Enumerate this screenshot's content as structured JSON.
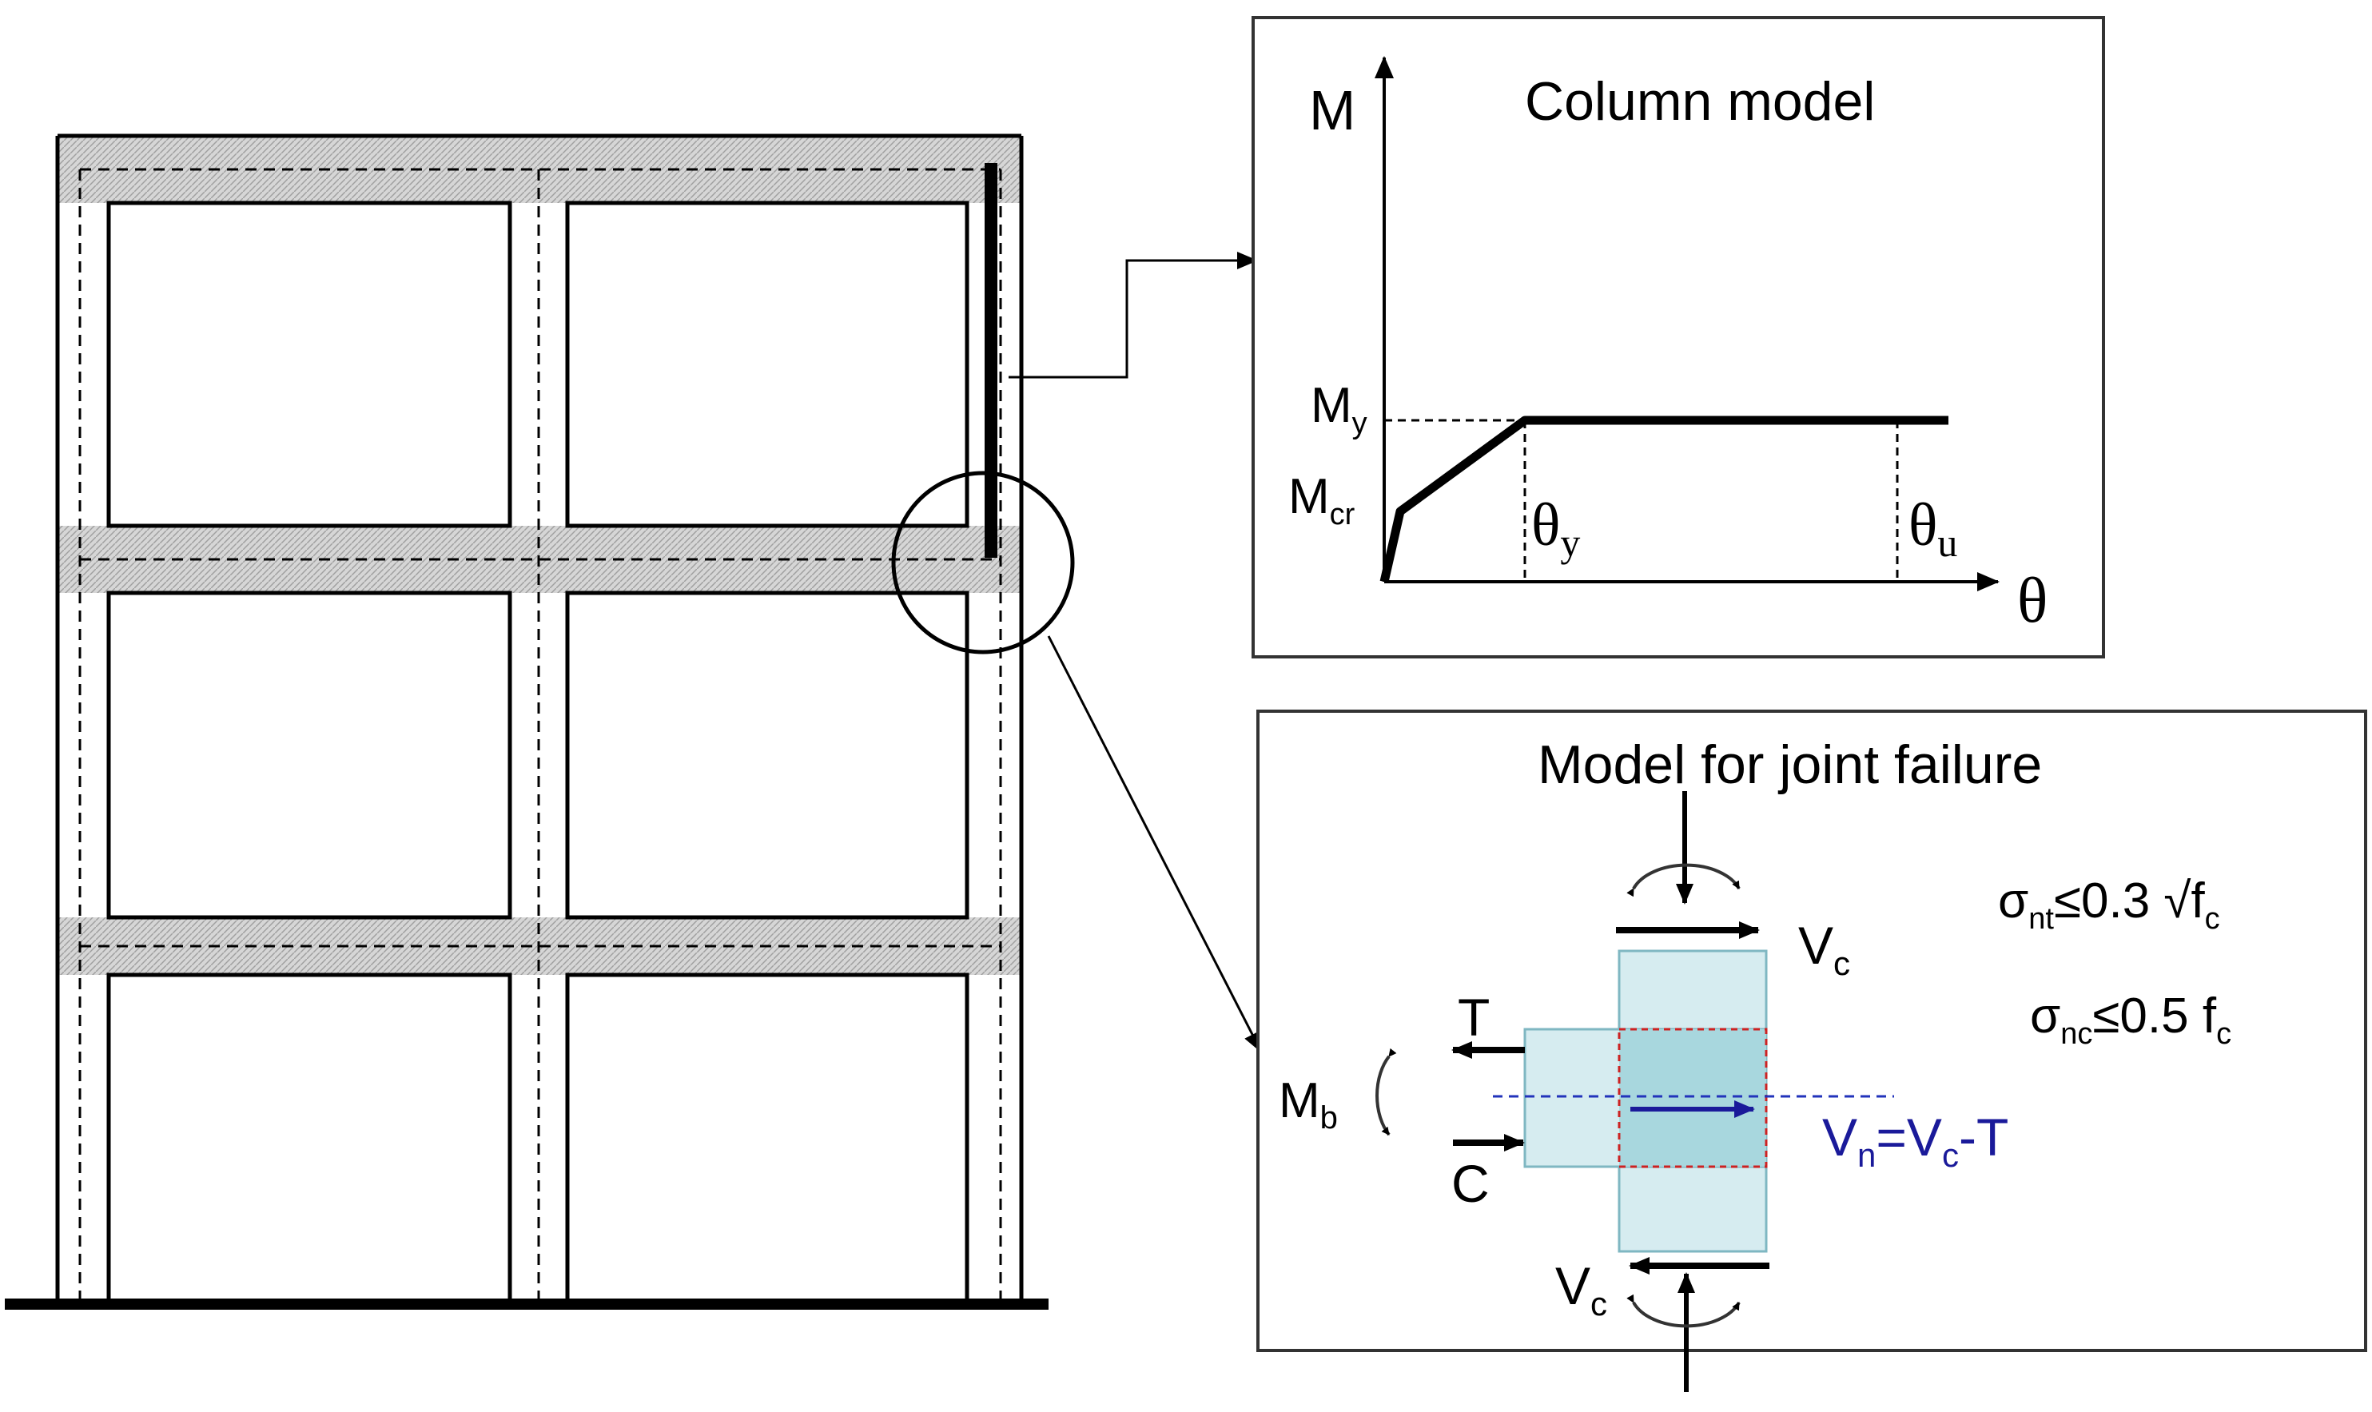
{
  "column_model": {
    "title": "Column model",
    "axis_y": "M",
    "axis_x": "θ",
    "label_my_main": "M",
    "label_my_sub": "y",
    "label_mcr_main": "M",
    "label_mcr_sub": "cr",
    "label_theta_y_main": "θ",
    "label_theta_y_sub": "y",
    "label_theta_u_main": "θ",
    "label_theta_u_sub": "u"
  },
  "joint_model": {
    "title": "Model for joint failure",
    "vc_top_main": "V",
    "vc_top_sub": "c",
    "vc_bottom_main": "V",
    "vc_bottom_sub": "c",
    "t_label": "T",
    "c_label": "C",
    "mb_main": "M",
    "mb_sub": "b",
    "sigma_nt_main": "σ",
    "sigma_nt_sub": "nt",
    "sigma_nt_rest": "≤0.3 √f",
    "sigma_nt_fsub": "c",
    "sigma_nc_main": "σ",
    "sigma_nc_sub": "nc",
    "sigma_nc_rest": "≤0.5 f",
    "sigma_nc_fsub": "c",
    "vn_a": "V",
    "vn_a_sub": "n",
    "vn_b": "=V",
    "vn_b_sub": "c",
    "vn_c": "-T",
    "vn_color": "#1a1a9a"
  },
  "colors": {
    "ink": "#000000",
    "hatch": "#cccccc",
    "joint_fill": "#d6ecf0",
    "joint_core": "#a8d7de",
    "core_dash": "#cc2222",
    "centerline": "#2233bb",
    "vn_arrow": "#1a1a9a"
  }
}
